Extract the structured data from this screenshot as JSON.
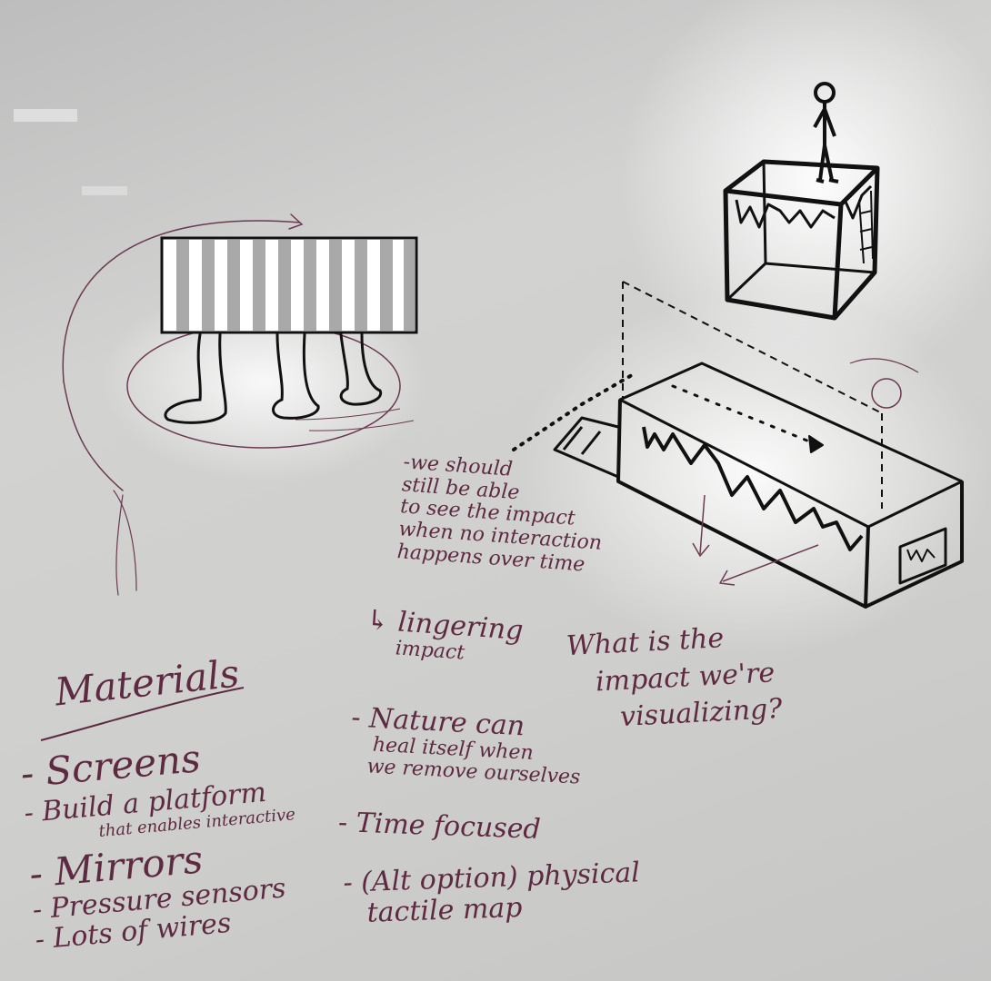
{
  "photo": {
    "subject": "whiteboard",
    "ink_color": "#5e2a42",
    "sketch_color": "#111111"
  },
  "notes": {
    "impact": [
      "-we should",
      "still be able",
      "to see the impact",
      "when no interaction",
      "happens over time"
    ],
    "lingering": [
      "↳ lingering",
      "impact"
    ],
    "question": [
      "What is the",
      "impact we're",
      "visualizing?"
    ],
    "materials_title": "Materials",
    "materials": [
      "- Screens",
      "- Build a platform",
      "that enables interactive",
      "- Mirrors",
      "- Pressure sensors",
      "- Lots of wires"
    ],
    "nature": [
      "- Nature can",
      "heal itself when",
      "we remove ourselves"
    ],
    "time": "- Time focused",
    "alt": [
      "- (Alt option) physical",
      "tactile map"
    ]
  }
}
